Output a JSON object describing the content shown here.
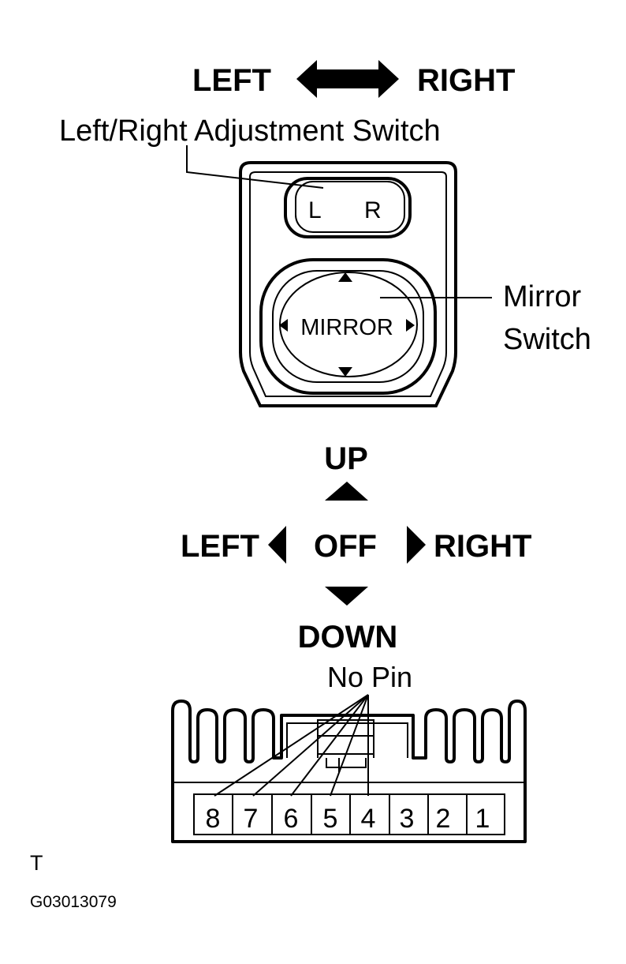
{
  "top_direction": {
    "left": "LEFT",
    "right": "RIGHT"
  },
  "callouts": {
    "lr_switch": "Left/Right Adjustment Switch",
    "mirror_switch_line1": "Mirror",
    "mirror_switch_line2": "Switch"
  },
  "switch": {
    "l_label": "L",
    "r_label": "R",
    "mirror_label": "MIRROR"
  },
  "direction_pad": {
    "up": "UP",
    "down": "DOWN",
    "left": "LEFT",
    "right": "RIGHT",
    "center": "OFF"
  },
  "connector": {
    "no_pin_label": "No Pin",
    "pins": [
      "8",
      "7",
      "6",
      "5",
      "4",
      "3",
      "2",
      "1"
    ]
  },
  "footer": {
    "letter": "T",
    "code": "G03013079"
  }
}
